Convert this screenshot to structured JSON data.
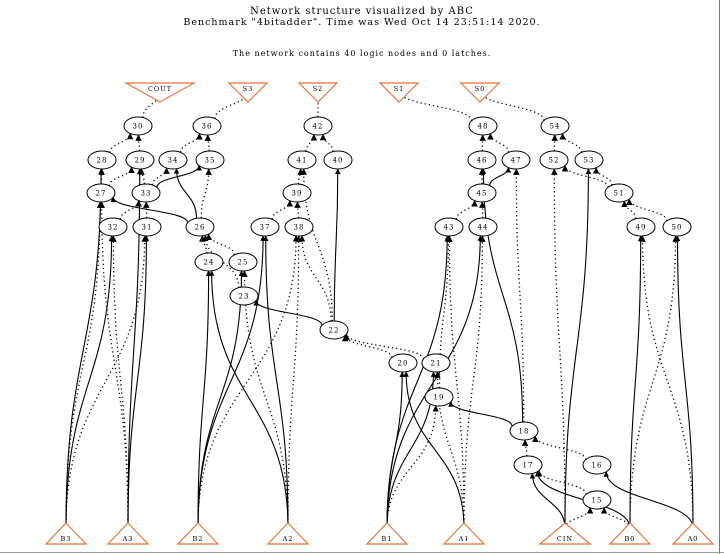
{
  "header": {
    "title": "Network structure visualized by ABC",
    "benchmark": "Benchmark \"4bitadder\". Time was Wed Oct 14 23:51:14 2020.",
    "summary": "The network contains 40 logic nodes and 0 latches."
  },
  "colors": {
    "io": "#e8743b",
    "node": "#000000",
    "edge": "#000000"
  },
  "outputs": [
    "COUT",
    "S3",
    "S2",
    "S1",
    "S0"
  ],
  "inputs": [
    "B3",
    "A3",
    "B2",
    "A2",
    "B1",
    "A1",
    "CIN",
    "B0",
    "A0"
  ],
  "nodes": [
    "15",
    "16",
    "17",
    "18",
    "19",
    "20",
    "21",
    "22",
    "23",
    "24",
    "25",
    "26",
    "27",
    "28",
    "29",
    "30",
    "31",
    "32",
    "33",
    "34",
    "35",
    "36",
    "37",
    "38",
    "39",
    "40",
    "41",
    "42",
    "43",
    "44",
    "45",
    "46",
    "47",
    "48",
    "49",
    "50",
    "51",
    "52",
    "53",
    "54"
  ],
  "edges": [
    {
      "from": "30",
      "to": "COUT",
      "style": "dotted"
    },
    {
      "from": "36",
      "to": "S3",
      "style": "dotted"
    },
    {
      "from": "42",
      "to": "S2",
      "style": "dotted"
    },
    {
      "from": "48",
      "to": "S1",
      "style": "dotted"
    },
    {
      "from": "54",
      "to": "S0",
      "style": "dotted"
    },
    {
      "from": "28",
      "to": "30",
      "style": "dotted"
    },
    {
      "from": "29",
      "to": "30",
      "style": "dotted"
    },
    {
      "from": "34",
      "to": "36",
      "style": "dotted"
    },
    {
      "from": "35",
      "to": "36",
      "style": "dotted"
    },
    {
      "from": "41",
      "to": "42",
      "style": "dotted"
    },
    {
      "from": "40",
      "to": "42",
      "style": "dotted"
    },
    {
      "from": "46",
      "to": "48",
      "style": "dotted"
    },
    {
      "from": "47",
      "to": "48",
      "style": "dotted"
    },
    {
      "from": "52",
      "to": "54",
      "style": "dotted"
    },
    {
      "from": "53",
      "to": "54",
      "style": "dotted"
    },
    {
      "from": "27",
      "to": "28",
      "style": "dotted"
    },
    {
      "from": "27",
      "to": "29",
      "style": "dotted"
    },
    {
      "from": "33",
      "to": "29",
      "style": "dotted"
    },
    {
      "from": "33",
      "to": "34",
      "style": "dotted"
    },
    {
      "from": "26",
      "to": "34",
      "style": "solid"
    },
    {
      "from": "26",
      "to": "35",
      "style": "dotted"
    },
    {
      "from": "33",
      "to": "35",
      "style": "solid"
    },
    {
      "from": "39",
      "to": "41",
      "style": "dotted"
    },
    {
      "from": "22",
      "to": "40",
      "style": "solid"
    },
    {
      "from": "22",
      "to": "41",
      "style": "dotted"
    },
    {
      "from": "45",
      "to": "46",
      "style": "dotted"
    },
    {
      "from": "45",
      "to": "47",
      "style": "solid"
    },
    {
      "from": "18",
      "to": "46",
      "style": "solid"
    },
    {
      "from": "18",
      "to": "47",
      "style": "dotted"
    },
    {
      "from": "CIN",
      "to": "52",
      "style": "dotted"
    },
    {
      "from": "CIN",
      "to": "53",
      "style": "solid"
    },
    {
      "from": "51",
      "to": "53",
      "style": "dotted"
    },
    {
      "from": "51",
      "to": "52",
      "style": "dotted"
    },
    {
      "from": "26",
      "to": "27",
      "style": "solid"
    },
    {
      "from": "32",
      "to": "33",
      "style": "dotted"
    },
    {
      "from": "31",
      "to": "33",
      "style": "dotted"
    },
    {
      "from": "37",
      "to": "39",
      "style": "dotted"
    },
    {
      "from": "38",
      "to": "39",
      "style": "dotted"
    },
    {
      "from": "43",
      "to": "45",
      "style": "dotted"
    },
    {
      "from": "44",
      "to": "45",
      "style": "dotted"
    },
    {
      "from": "49",
      "to": "51",
      "style": "dotted"
    },
    {
      "from": "50",
      "to": "51",
      "style": "dotted"
    },
    {
      "from": "23",
      "to": "26",
      "style": "dotted"
    },
    {
      "from": "25",
      "to": "26",
      "style": "dotted"
    },
    {
      "from": "24",
      "to": "26",
      "style": "dotted"
    },
    {
      "from": "22",
      "to": "23",
      "style": "solid"
    },
    {
      "from": "22",
      "to": "38",
      "style": "dotted"
    },
    {
      "from": "21",
      "to": "22",
      "style": "dotted"
    },
    {
      "from": "20",
      "to": "22",
      "style": "dotted"
    },
    {
      "from": "19",
      "to": "43",
      "style": "dotted"
    },
    {
      "from": "18",
      "to": "19",
      "style": "solid"
    },
    {
      "from": "17",
      "to": "18",
      "style": "dotted"
    },
    {
      "from": "16",
      "to": "18",
      "style": "dotted"
    },
    {
      "from": "15",
      "to": "17",
      "style": "dotted"
    },
    {
      "from": "B3",
      "to": "28",
      "style": "solid"
    },
    {
      "from": "A3",
      "to": "29",
      "style": "solid"
    },
    {
      "from": "B3",
      "to": "27",
      "style": "dotted"
    },
    {
      "from": "A3",
      "to": "27",
      "style": "dotted"
    },
    {
      "from": "B3",
      "to": "32",
      "style": "solid"
    },
    {
      "from": "A3",
      "to": "32",
      "style": "dotted"
    },
    {
      "from": "B3",
      "to": "31",
      "style": "dotted"
    },
    {
      "from": "A3",
      "to": "31",
      "style": "solid"
    },
    {
      "from": "B2",
      "to": "24",
      "style": "solid"
    },
    {
      "from": "A2",
      "to": "24",
      "style": "solid"
    },
    {
      "from": "B2",
      "to": "25",
      "style": "solid"
    },
    {
      "from": "A2",
      "to": "25",
      "style": "dotted"
    },
    {
      "from": "B2",
      "to": "37",
      "style": "solid"
    },
    {
      "from": "A2",
      "to": "37",
      "style": "solid"
    },
    {
      "from": "B2",
      "to": "38",
      "style": "dotted"
    },
    {
      "from": "A2",
      "to": "38",
      "style": "dotted"
    },
    {
      "from": "B1",
      "to": "43",
      "style": "solid"
    },
    {
      "from": "A1",
      "to": "43",
      "style": "dotted"
    },
    {
      "from": "B1",
      "to": "44",
      "style": "solid"
    },
    {
      "from": "A1",
      "to": "44",
      "style": "dotted"
    },
    {
      "from": "B1",
      "to": "20",
      "style": "solid"
    },
    {
      "from": "A1",
      "to": "20",
      "style": "solid"
    },
    {
      "from": "B1",
      "to": "21",
      "style": "solid"
    },
    {
      "from": "A1",
      "to": "21",
      "style": "dotted"
    },
    {
      "from": "B1",
      "to": "19",
      "style": "dotted"
    },
    {
      "from": "CIN",
      "to": "17",
      "style": "solid"
    },
    {
      "from": "B0",
      "to": "17",
      "style": "solid"
    },
    {
      "from": "A0",
      "to": "16",
      "style": "solid"
    },
    {
      "from": "B0",
      "to": "15",
      "style": "dotted"
    },
    {
      "from": "CIN",
      "to": "15",
      "style": "dotted"
    },
    {
      "from": "A0",
      "to": "50",
      "style": "solid"
    },
    {
      "from": "B0",
      "to": "49",
      "style": "solid"
    },
    {
      "from": "A0",
      "to": "49",
      "style": "dotted"
    },
    {
      "from": "B0",
      "to": "50",
      "style": "dotted"
    }
  ]
}
